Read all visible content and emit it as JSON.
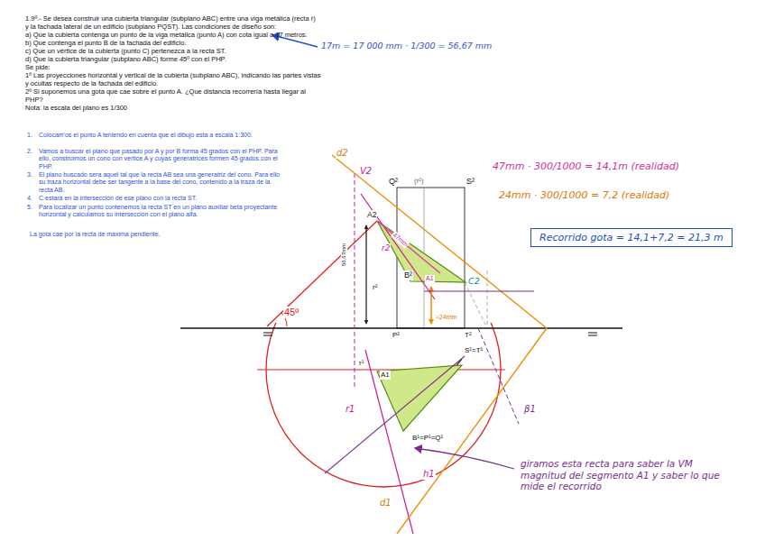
{
  "diagram": {
    "nodes": [
      {
        "text": [
          "Recorrido gota = 14,1+7,2 = 21,3 m"
        ]
      }
    ],
    "labels": [
      "1.9º.- Se desea construir una cubierta triangular (subplano ABC) entre una viga metálica (recta r)",
      "y la fachada lateral de un edificio (subplano PQST). Las condiciones de diseño son:",
      "a) Que la cubierta contenga un punto de la viga metálica (punto A) con cota igual a 17 metros.",
      "b) Que contenga el punto B de la fachada del edificio.",
      "c) Que un vértice de la cubierta (punto C) pertenezca a la recta ST.",
      "d) Que la cubierta triangular (subplano ABC) forme 45º con el PHP.",
      "Se pide:",
      "1º Las proyecciones horizontal y vertical de la cubierta (subplano ABC), indicando las partes vistas y ocultas respecto de la fachada del edificio.",
      "2º Si suponemos una gota que cae sobre el punto A. ¿Que distancia recorrería hasta llegar al PHP?",
      "Nota: la escala del plano es 1/300",
      "17m = 17 000 mm · 1/300 = 56,67 mm",
      "1.",
      "Colocam'os el punto A teniendo en cuenta que el dibujo esta a escala 1:300.",
      "2.",
      "Vamos a buscar el plano que pasado por A y por B forma 45 grados con el PHP. Para ello, construimos un cono con vertice A y cuyas generatrices formen 45 grados con el PHP.",
      "3.",
      "El plano buscado sera aquel tal que la recta AB sea una generatriz del cono. Para ello su traza horizontal debe ser tangente a la base del cono, contenido a la traza de la recta AB.",
      "4.",
      "C estará en la intersección de ese plano con la recta ST.",
      "5.",
      "Para localizar un punto contenemos la recta ST en un plano auxiliar beta proyectante horizontal y calculamos su intersección con el plano alfa.",
      "La gota cae por la recta de máxima pendiente.",
      "d2",
      "V2",
      "Q²",
      "(r²)",
      "S²",
      "A2",
      "r2",
      "B²",
      "A1",
      "C2",
      "P²",
      "T²",
      "45º",
      "r²",
      "56,67mm",
      "≈24mm",
      "47mm",
      "r¹",
      "A1",
      "r1",
      "S¹=T¹",
      "B¹=P¹=Q¹",
      "h1",
      "d1",
      "β1",
      "47mm · 300/1000 = 14,1m (realidad)",
      "24mm · 300/1000 = 7,2 (realidad)",
      "giramos esta recta para saber la VM magnitud del segmento A1 y saber lo que mide el recorrido"
    ]
  }
}
